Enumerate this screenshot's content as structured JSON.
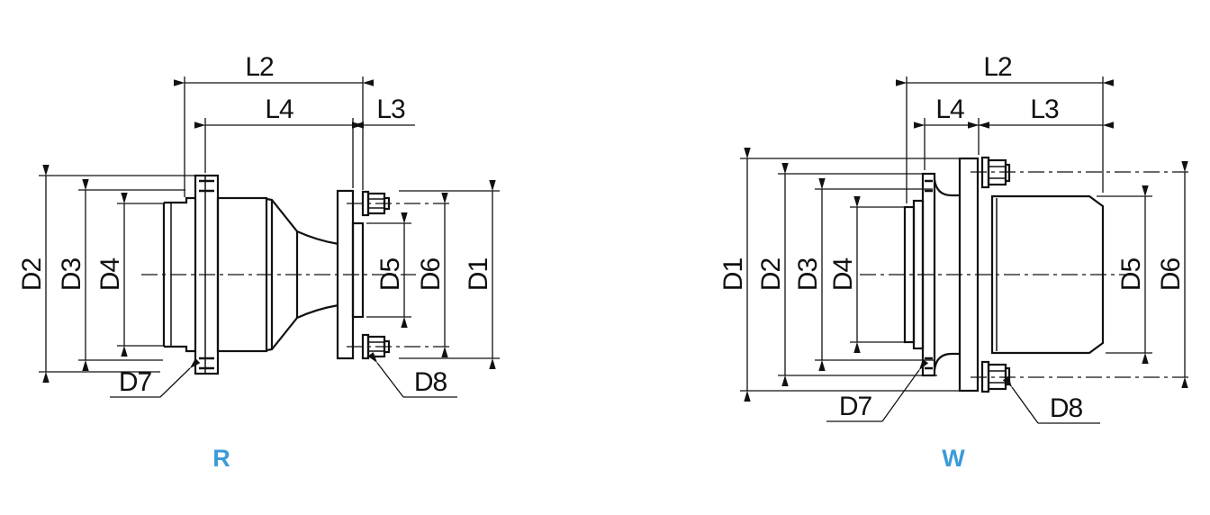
{
  "diagram": {
    "accent_color": "#3A9BD9",
    "line_color": "#111111"
  },
  "left_drawing": {
    "variant": "R",
    "dims": {
      "l2": "L2",
      "l4": "L4",
      "l3": "L3",
      "d1": "D1",
      "d2": "D2",
      "d3": "D3",
      "d4": "D4",
      "d5": "D5",
      "d6": "D6",
      "d7": "D7",
      "d8": "D8"
    }
  },
  "right_drawing": {
    "variant": "W",
    "dims": {
      "l2": "L2",
      "l4": "L4",
      "l3": "L3",
      "d1": "D1",
      "d2": "D2",
      "d3": "D3",
      "d4": "D4",
      "d5": "D5",
      "d6": "D6",
      "d7": "D7",
      "d8": "D8"
    }
  }
}
